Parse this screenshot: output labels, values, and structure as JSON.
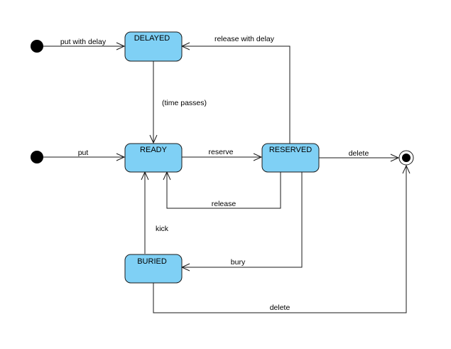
{
  "states": {
    "delayed": "DELAYED",
    "ready": "READY",
    "reserved": "RESERVED",
    "buried": "BURIED"
  },
  "transitions": {
    "put_with_delay": "put with delay",
    "put": "put",
    "time_passes": "(time passes)",
    "reserve": "reserve",
    "release_with_delay": "release with delay",
    "release": "release",
    "delete_reserved": "delete",
    "bury": "bury",
    "kick": "kick",
    "delete_buried": "delete"
  },
  "colors": {
    "state_fill": "#7fd0f5",
    "stroke": "#1a1a1a"
  }
}
